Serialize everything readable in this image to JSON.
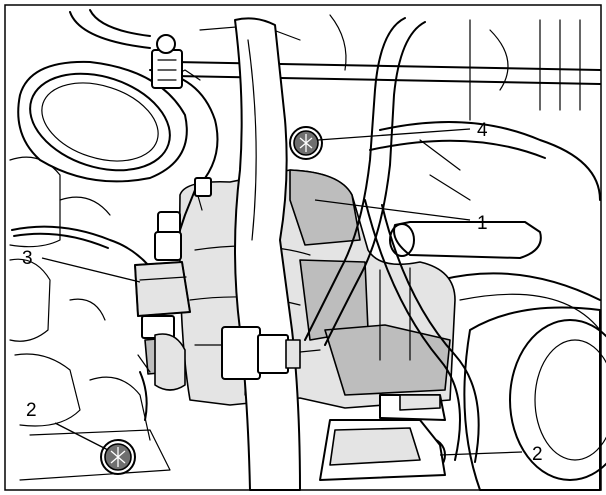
{
  "callouts": {
    "c1": "1",
    "c2a": "2",
    "c2b": "2",
    "c3": "3",
    "c4": "4"
  },
  "colors": {
    "line": "#000000",
    "shade_light": "#e4e4e4",
    "shade_mid": "#bdbdbd",
    "shade_dark": "#6f6f6f",
    "background": "#ffffff"
  }
}
